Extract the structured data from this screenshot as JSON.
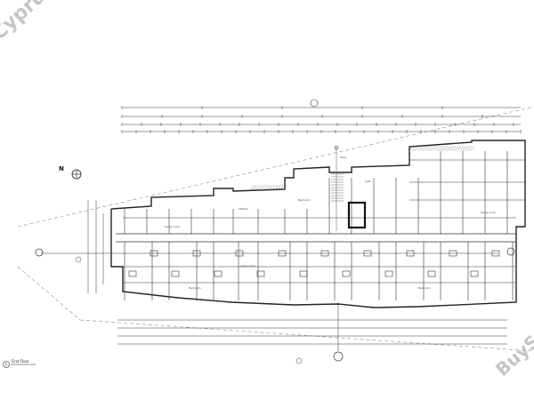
{
  "north_label": "N",
  "plan_title": "First Floor",
  "plan_number": "1",
  "stair_label": "Stair",
  "room_labels": {
    "bedroom": "Bedroom",
    "living": "living room",
    "kitchen": "kitchen",
    "bath": "bath"
  },
  "watermarks": {
    "top_left": "Cyprus",
    "bottom_right": "BuySell"
  },
  "colors": {
    "line": "#222222",
    "faint": "#8a8a8a",
    "watermark": "#969696"
  }
}
